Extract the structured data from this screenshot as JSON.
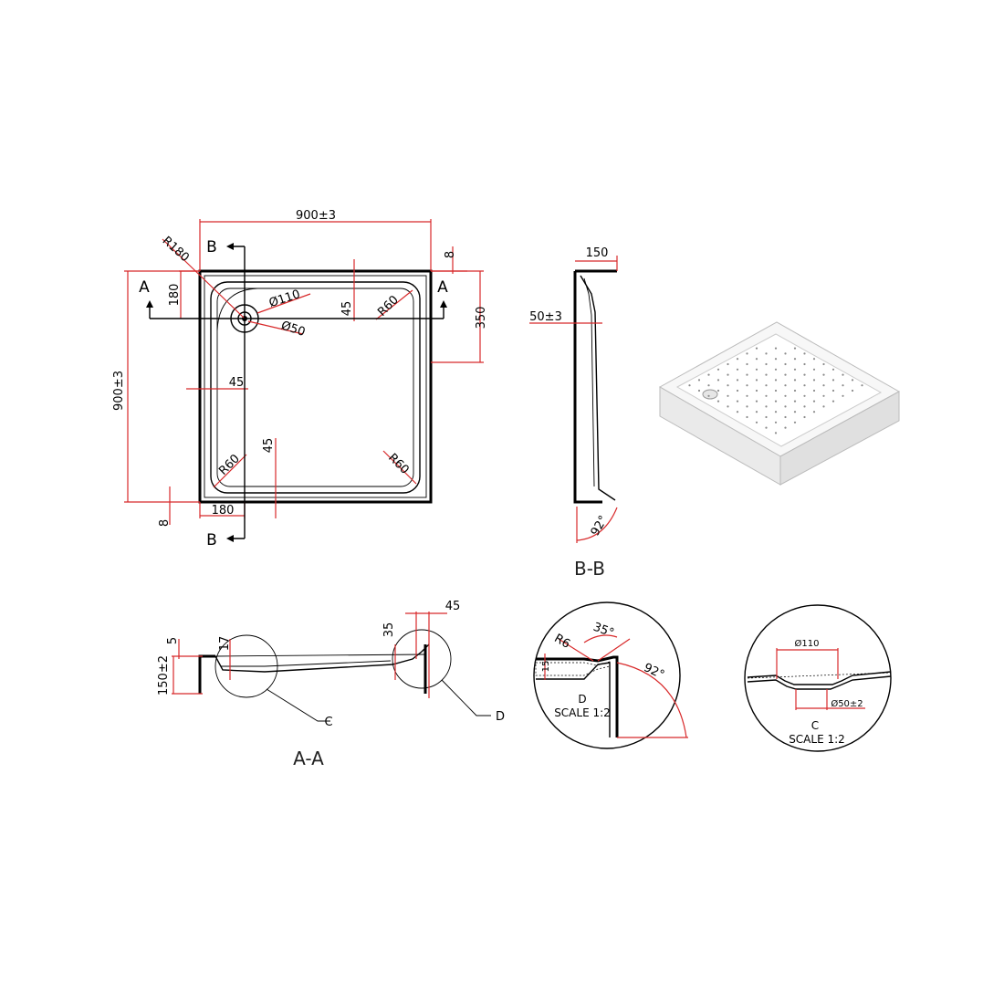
{
  "plan_view": {
    "width_dim": "900±3",
    "height_dim": "900±3",
    "dim_8_top": "8",
    "dim_8_bottom": "8",
    "dim_180_top": "180",
    "dim_180_bottom": "180",
    "dim_350": "350",
    "r180": "R180",
    "d110": "Ø110",
    "d50": "Ø50",
    "dim_45_top": "45",
    "dim_45_left": "45",
    "dim_45_bottom": "45",
    "r60_tr": "R60",
    "r60_bl": "R60",
    "r60_br": "R60",
    "section_a_left": "A",
    "section_a_right": "A",
    "section_b_top": "B",
    "section_b_bottom": "B"
  },
  "section_bb": {
    "dim_150": "150",
    "dim_50": "50±3",
    "angle": "92°",
    "caption": "B-B"
  },
  "section_aa": {
    "dim_5": "5",
    "dim_150": "150±2",
    "dim_17": "17",
    "dim_35": "35",
    "dim_45": "45",
    "callout_c": "C",
    "callout_d": "D",
    "caption": "A-A"
  },
  "detail_d": {
    "r6": "R6",
    "angle_35": "35°",
    "dim_15": "15",
    "angle_92": "92°",
    "name": "D",
    "scale": "SCALE  1:2"
  },
  "detail_c": {
    "d110": "Ø110",
    "d50": "Ø50±2",
    "name": "C",
    "scale": "SCALE  1:2"
  }
}
